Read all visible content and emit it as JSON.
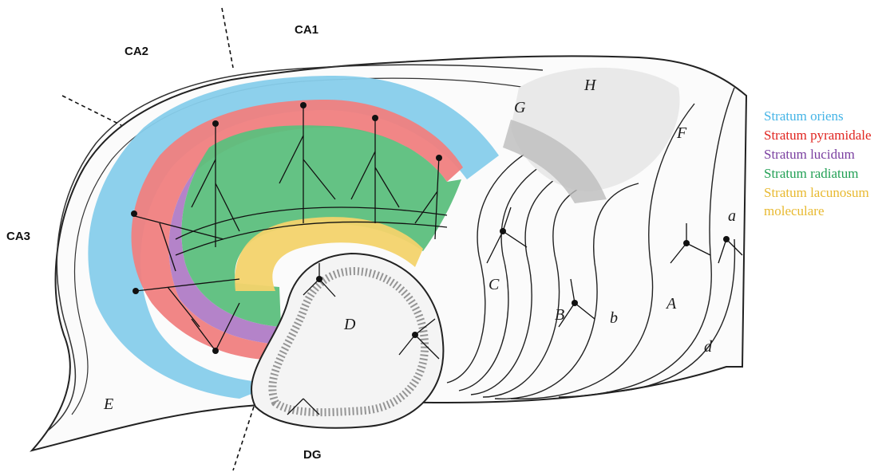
{
  "regions": {
    "ca1": "CA1",
    "ca2": "CA2",
    "ca3": "CA3",
    "dg": "DG"
  },
  "drawing_letters": {
    "h": "H",
    "g": "G",
    "f": "F",
    "e": "E",
    "d": "D",
    "c": "C",
    "b": "B",
    "a": "A",
    "b_small": "b",
    "d_small": "d",
    "a_small": "a"
  },
  "legend": {
    "items": [
      {
        "label": "Stratum oriens",
        "color": "#45b4e6"
      },
      {
        "label": "Stratum pyramidale",
        "color": "#e0241f"
      },
      {
        "label": "Stratum lucidum",
        "color": "#7a3fa0"
      },
      {
        "label": "Stratum radiatum",
        "color": "#22a055"
      },
      {
        "label": "Stratum lacunosum",
        "color": "#e8b930"
      }
    ],
    "lacunosum_line2": "moleculare"
  },
  "layer_colors": {
    "oriens": "#87ceeb",
    "pyramidale": "#f08080",
    "lucidum": "#b07cc6",
    "radiatum": "#5cbf7d",
    "lacunosum": "#f3d36b"
  }
}
